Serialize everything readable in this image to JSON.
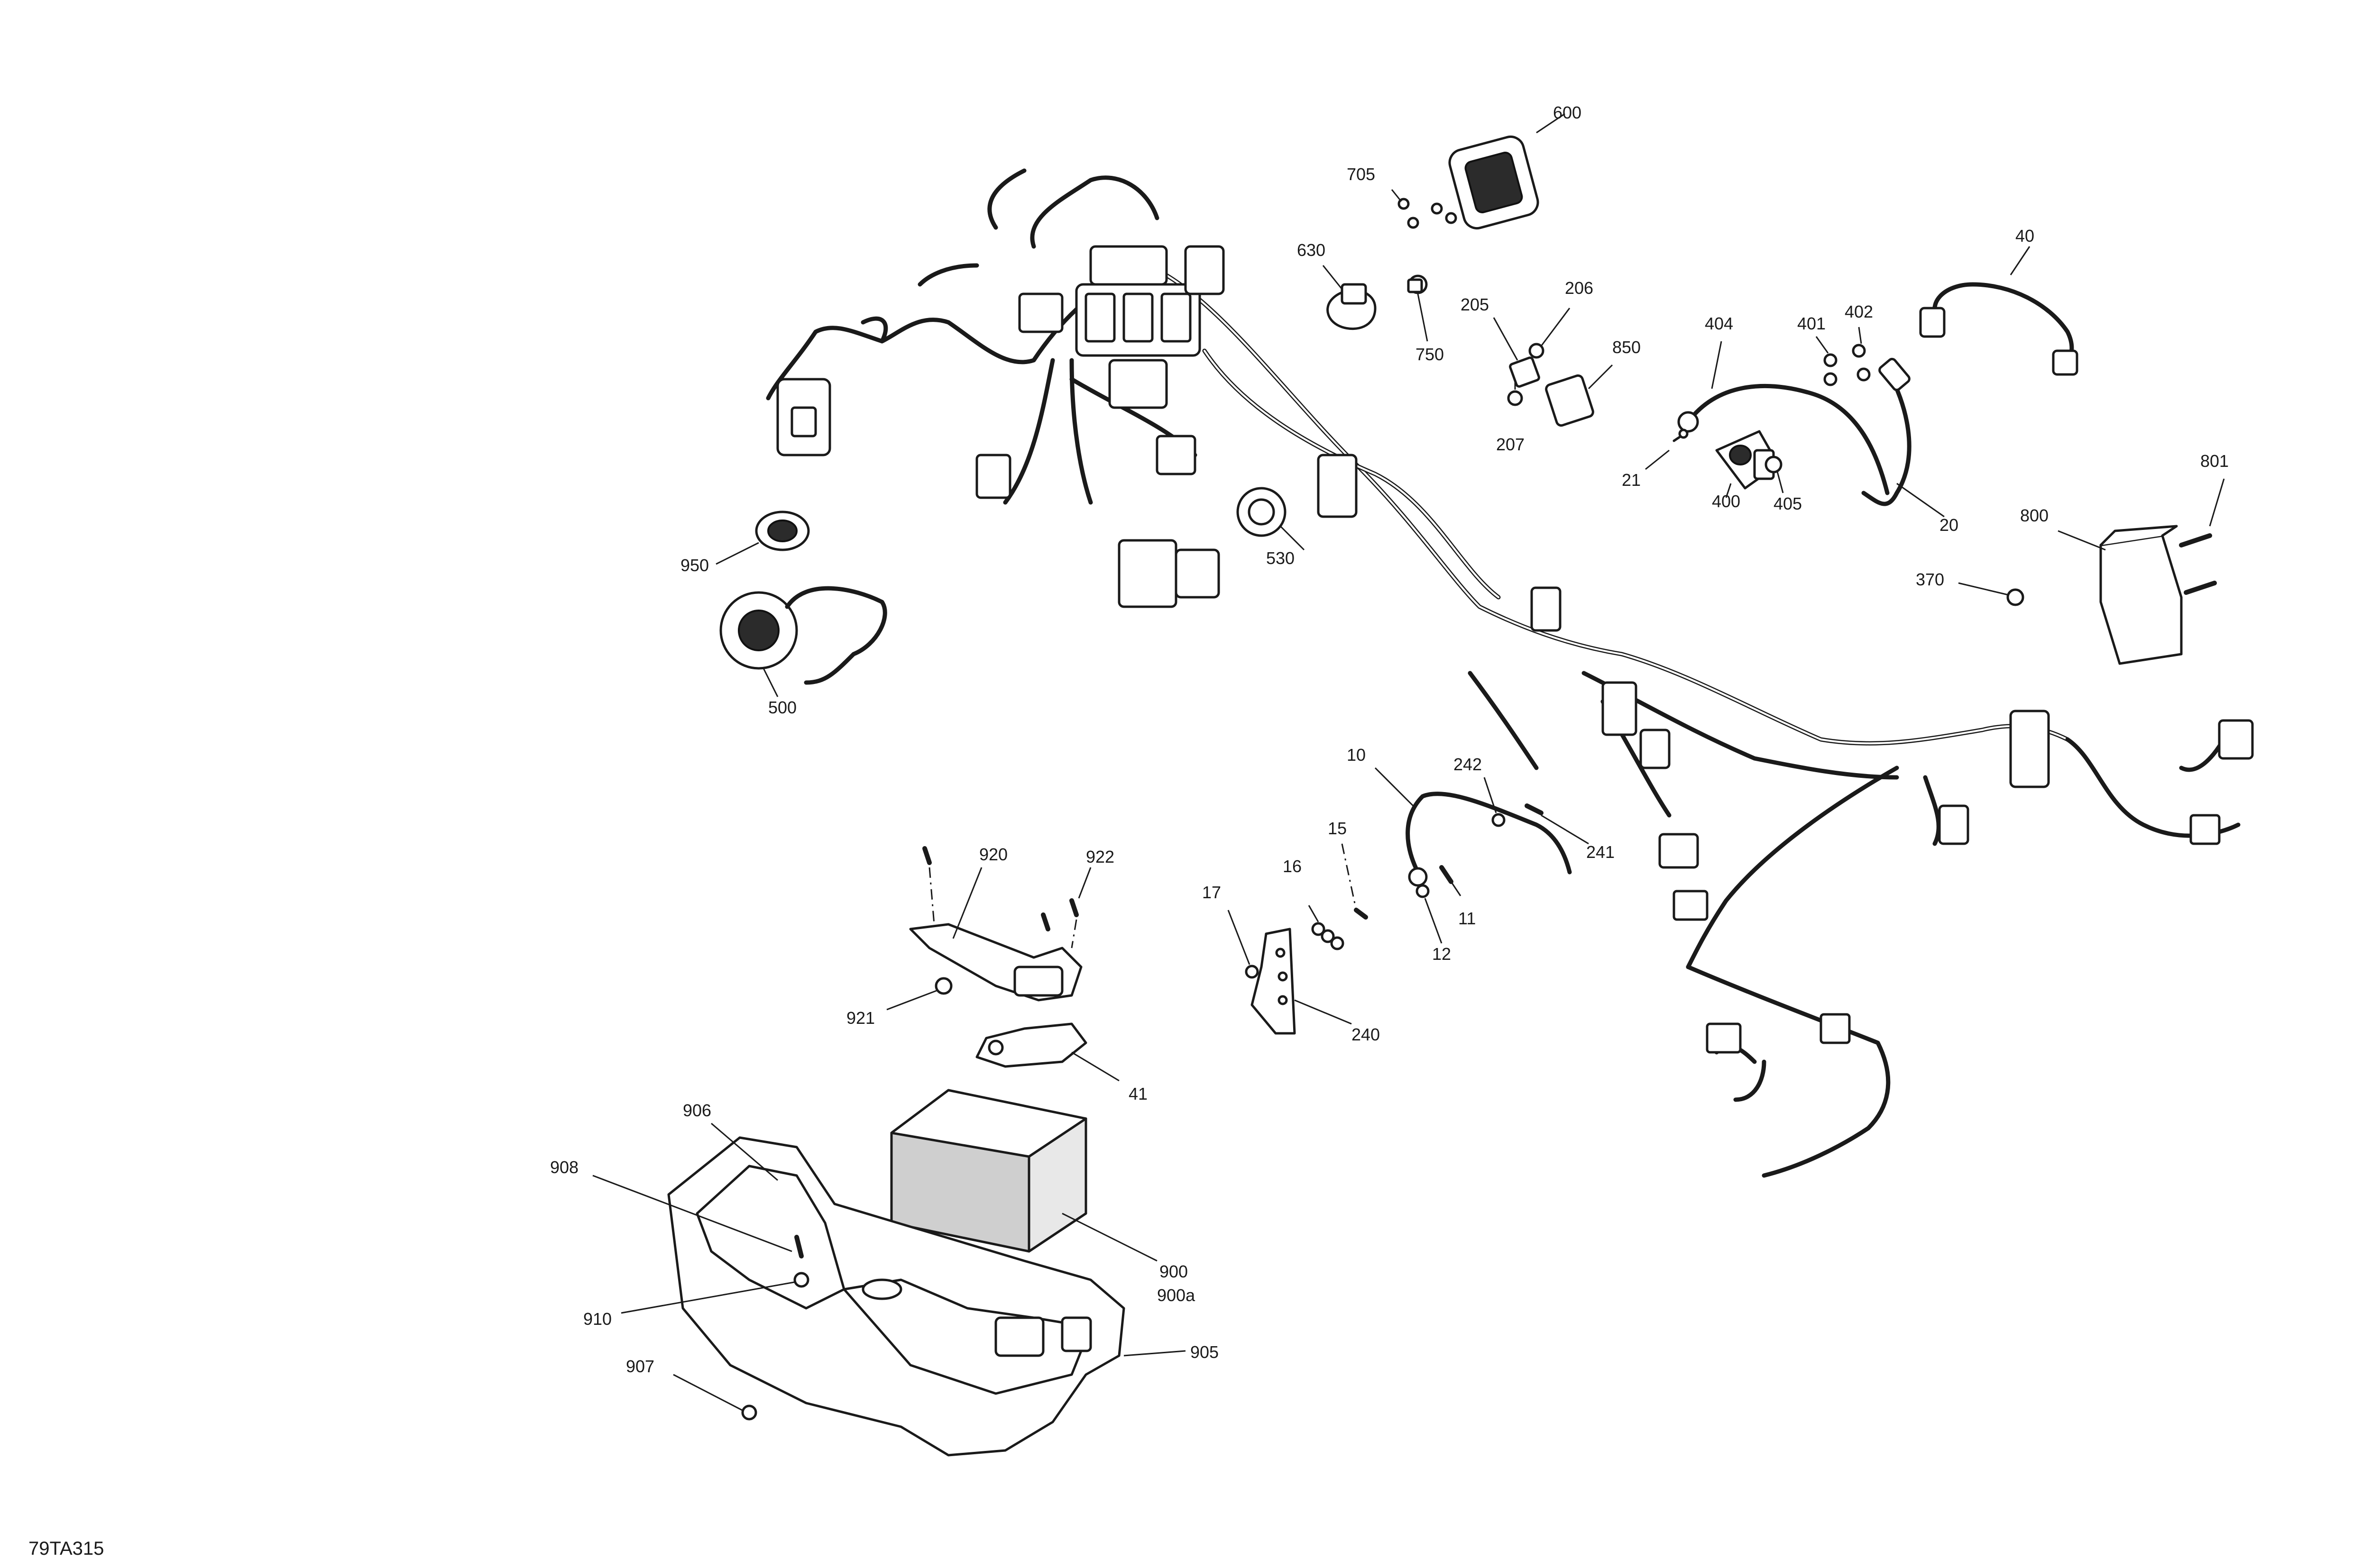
{
  "figure_ref": "79TA315",
  "callouts": {
    "c10": "10",
    "c11": "11",
    "c12": "12",
    "c15": "15",
    "c16": "16",
    "c17": "17",
    "c20": "20",
    "c21": "21",
    "c40": "40",
    "c41": "41",
    "c205": "205",
    "c206": "206",
    "c207": "207",
    "c240": "240",
    "c241": "241",
    "c242": "242",
    "c370": "370",
    "c400": "400",
    "c401": "401",
    "c402": "402",
    "c404": "404",
    "c405": "405",
    "c500": "500",
    "c530": "530",
    "c600": "600",
    "c630": "630",
    "c705": "705",
    "c750": "750",
    "c800": "800",
    "c801": "801",
    "c850": "850",
    "c900": "900",
    "c900a": "900a",
    "c905": "905",
    "c906": "906",
    "c907": "907",
    "c908": "908",
    "c910": "910",
    "c920": "920",
    "c921": "921",
    "c922": "922",
    "c950": "950"
  }
}
